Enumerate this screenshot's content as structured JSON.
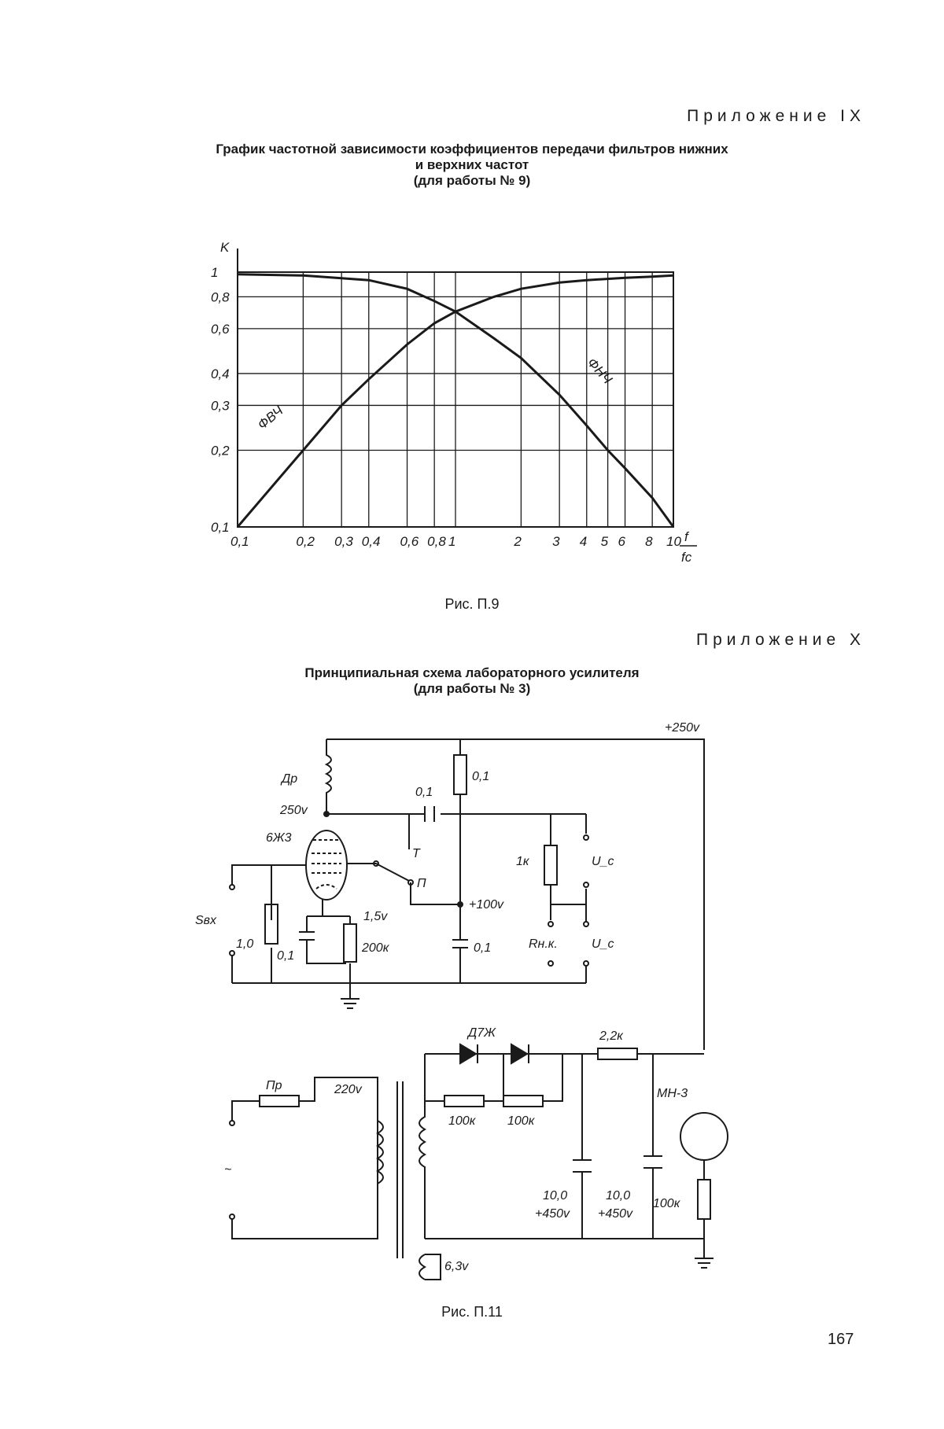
{
  "appendix_ix": "Приложение IX",
  "title_ix": [
    "График частотной зависимости коэффициентов передачи фильтров нижних",
    "и верхних частот",
    "(для работы № 9)"
  ],
  "caption_ix": "Рис. П.9",
  "appendix_x": "Приложение X",
  "title_x": [
    "Принципиальная схема лабораторного усилителя",
    "(для работы № 3)"
  ],
  "caption_x": "Рис. П.11",
  "page_number": "167",
  "chart_data": {
    "type": "line",
    "title": "",
    "xlabel": "f/fc",
    "ylabel": "K",
    "x_scale": "log",
    "y_scale": "log",
    "xlim": [
      0.1,
      10
    ],
    "ylim": [
      0.1,
      1
    ],
    "x_ticks": [
      "0,1",
      "0,2",
      "0,3",
      "0,4",
      "0,6",
      "0,8",
      "1",
      "2",
      "3",
      "4",
      "5",
      "6",
      "8",
      "10"
    ],
    "x_tick_values": [
      0.1,
      0.2,
      0.3,
      0.4,
      0.6,
      0.8,
      1,
      2,
      3,
      4,
      5,
      6,
      8,
      10
    ],
    "y_ticks": [
      "0,1",
      "0,2",
      "0,3",
      "0,4",
      "0,6",
      "0,8",
      "1"
    ],
    "y_tick_values": [
      0.1,
      0.2,
      0.3,
      0.4,
      0.6,
      0.8,
      1
    ],
    "grid": true,
    "series": [
      {
        "name": "ФВЧ",
        "x": [
          0.1,
          0.15,
          0.2,
          0.3,
          0.4,
          0.6,
          0.8,
          1,
          1.5,
          2,
          3,
          4,
          6,
          8,
          10
        ],
        "y": [
          0.1,
          0.15,
          0.2,
          0.3,
          0.38,
          0.52,
          0.63,
          0.7,
          0.8,
          0.86,
          0.91,
          0.93,
          0.95,
          0.96,
          0.97
        ]
      },
      {
        "name": "ФНЧ",
        "x": [
          0.1,
          0.2,
          0.4,
          0.6,
          0.8,
          1,
          1.5,
          2,
          3,
          4,
          5,
          6,
          8,
          10
        ],
        "y": [
          0.98,
          0.97,
          0.93,
          0.86,
          0.77,
          0.7,
          0.55,
          0.46,
          0.33,
          0.25,
          0.2,
          0.17,
          0.13,
          0.1
        ]
      }
    ]
  },
  "schematic": {
    "labels": {
      "supply_250": "+250v",
      "choke": "Др",
      "v250": "250v",
      "c01_top": "0,1",
      "r01": "0,1",
      "tube": "6Ж3",
      "tp_t": "Т",
      "tp_p": "П",
      "v100": "+100v",
      "r1k": "1к",
      "uc_top": "U_c",
      "svkh": "Sвх",
      "r10": "1,0",
      "c01_left": "0,1",
      "v15": "1,5v",
      "r200k": "200к",
      "c01_bot": "0,1",
      "rnk": "Rн.к.",
      "uc_bot": "U_c",
      "fuse": "Пр",
      "v220": "220v",
      "diodes": "Д7Ж",
      "r100k_1": "100к",
      "r100k_2": "100к",
      "r22k": "2,2к",
      "neon": "МН-3",
      "cap_a": "10,0",
      "cap_a_v": "+450v",
      "cap_b": "10,0",
      "cap_b_v": "+450v",
      "r100k_3": "100к",
      "v63": "6,3v"
    }
  }
}
